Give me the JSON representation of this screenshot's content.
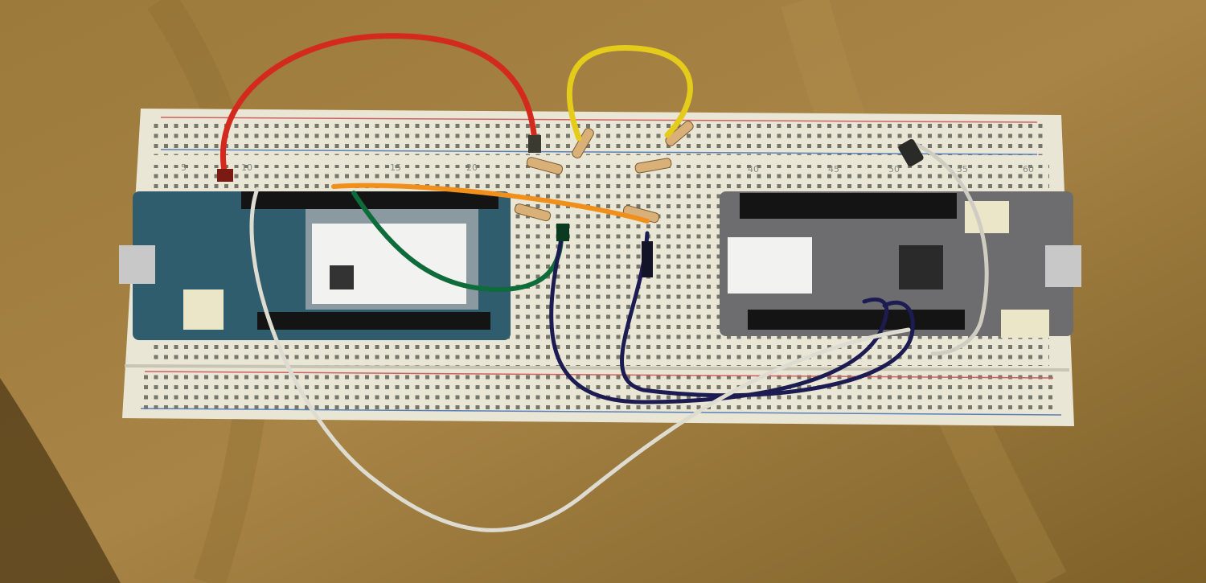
{
  "scene": {
    "description_free": true,
    "colors": {
      "wood_light": "#a88446",
      "wood_dark": "#6f5424",
      "breadboard": "#e9e6d6",
      "hole": "#3a3a34",
      "rail_red": "#d06060",
      "rail_blue": "#5a80b8",
      "board_left": "#2f5d6e",
      "board_right": "#6d6d70",
      "module": "#f2f2f0",
      "header": "#141414",
      "wire_red": "#d42a1e",
      "wire_yellow": "#e6cc1a",
      "wire_orange": "#f0901a",
      "wire_green": "#0e6b3a",
      "wire_navy": "#1c1c52",
      "wire_white": "#dedcd0",
      "resistor": "#d8b078"
    },
    "top_column_numbers": [
      "5",
      "10",
      "15",
      "20",
      "40",
      "45",
      "50",
      "55",
      "60"
    ]
  }
}
